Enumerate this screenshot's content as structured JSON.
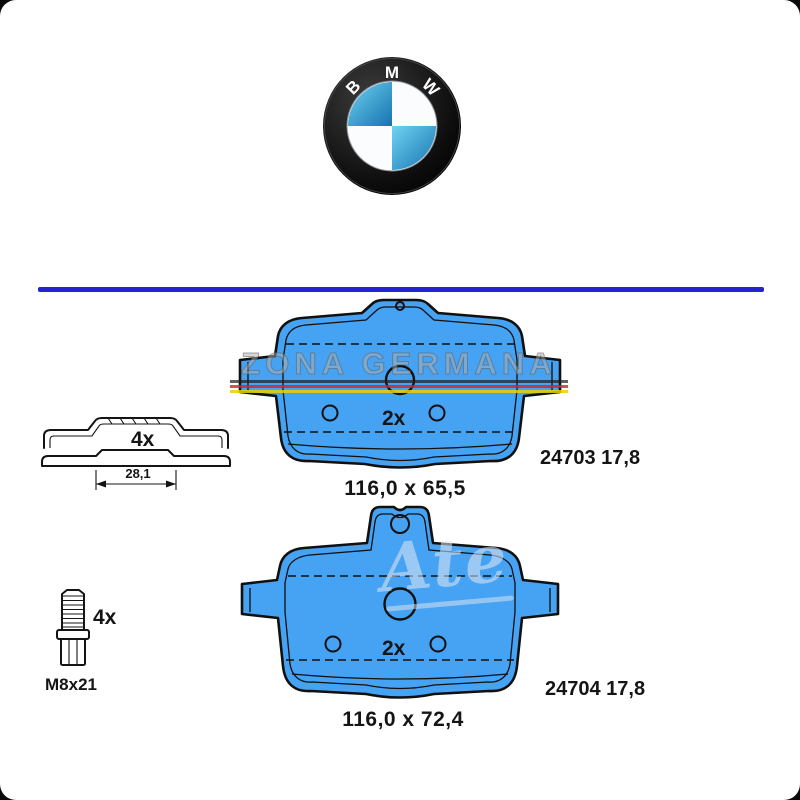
{
  "colors": {
    "pad_fill": "#46a2f3",
    "pad_stroke": "#101010",
    "divider_blue": "#2323d0",
    "line_black": "#141414",
    "text_color": "#151515",
    "flag_black": "#1e1e1e",
    "flag_red": "#d92020",
    "flag_yellow": "#eecf00",
    "bmw_blue": "#2b9fd8"
  },
  "logo": {
    "name": "BMW roundel",
    "b": "B",
    "m": "M",
    "w": "W"
  },
  "watermarks": {
    "zona": "ZONA GERMANA",
    "ate": "Ate"
  },
  "hardware": {
    "clip": {
      "qty": "4x",
      "dim": "28,1"
    },
    "bolt": {
      "qty": "4x",
      "spec": "M8x21"
    }
  },
  "pads": [
    {
      "qty": "2x",
      "dims": "116,0 x 65,5",
      "ref": "24703 17,8"
    },
    {
      "qty": "2x",
      "dims": "116,0 x 72,4",
      "ref": "24704 17,8"
    }
  ]
}
